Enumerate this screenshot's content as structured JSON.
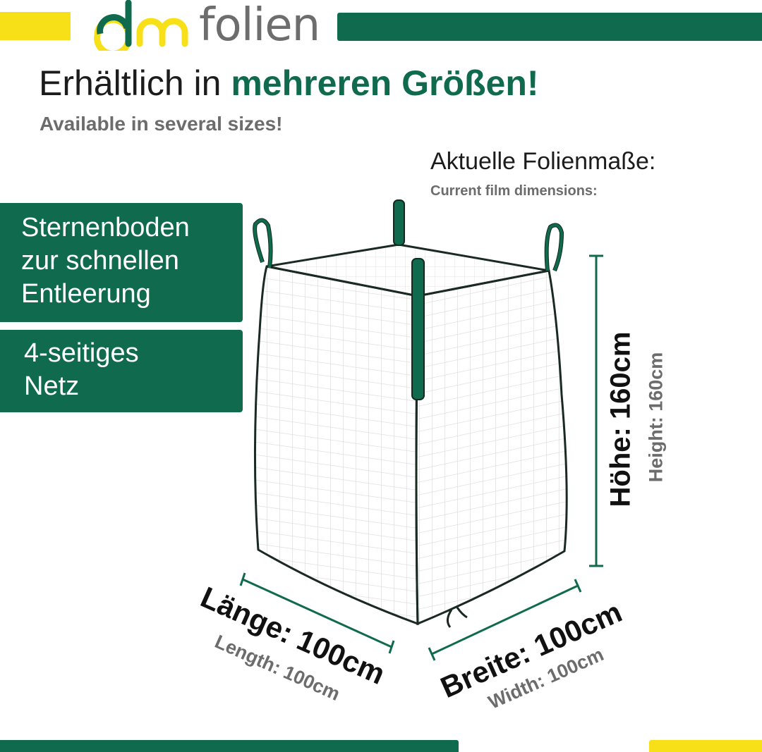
{
  "brand": {
    "logo_word": "folien",
    "colors": {
      "green": "#106b4e",
      "yellow": "#f7e017",
      "gray": "#6d6d6d"
    }
  },
  "headline": {
    "prefix": "Erhältlich in ",
    "highlight": "mehreren Größen!",
    "subtitle": "Available in several sizes!"
  },
  "dimensions_header": {
    "title": "Aktuelle Folienmaße:",
    "subtitle": "Current film dimensions:"
  },
  "features": [
    {
      "lines": [
        "Sternenboden",
        "zur schnellen",
        "Entleerung"
      ]
    },
    {
      "lines": [
        "4-seitiges",
        "Netz"
      ]
    }
  ],
  "measurements": {
    "height": {
      "label": "Höhe: 160cm",
      "label_en": "Height: 160cm"
    },
    "length": {
      "label": "Länge: 100cm",
      "label_en": "Length: 100cm"
    },
    "width": {
      "label": "Breite: 100cm",
      "label_en": "Width: 100cm"
    }
  },
  "icons": {
    "logo": "dm-logo-icon",
    "product": "big-bag-illustration-icon"
  }
}
